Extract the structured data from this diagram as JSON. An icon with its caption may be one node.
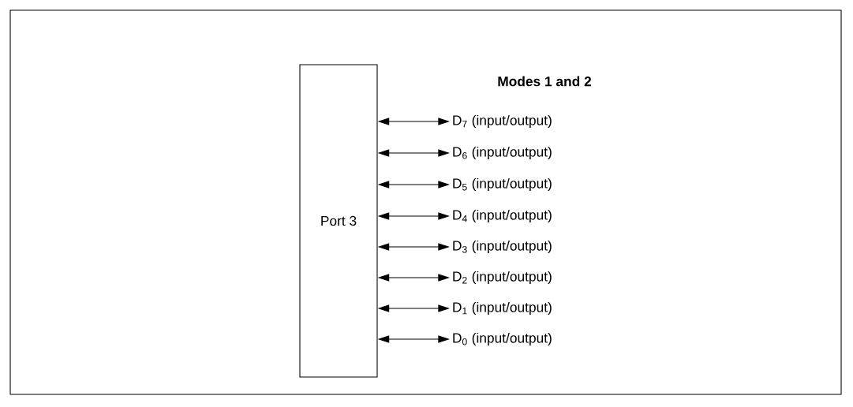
{
  "diagram": {
    "title": "Modes 1 and 2",
    "nodes": [
      {
        "text": [
          "Port 3"
        ]
      },
      {
        "text": [
          "D$_{7}$ (input/output)"
        ]
      },
      {
        "text": [
          "D$_{6}$ (input/output)"
        ]
      },
      {
        "text": [
          "D$_{5}$ (input/output)"
        ]
      },
      {
        "text": [
          "D$_{4}$ (input/output)"
        ]
      },
      {
        "text": [
          "D$_{3}$ (input/output)"
        ]
      },
      {
        "text": [
          "D$_{2}$ (input/output)"
        ]
      },
      {
        "text": [
          "D$_{1}$ (input/output)"
        ]
      },
      {
        "text": [
          "D$_{0}$ (input/output)"
        ]
      }
    ],
    "edges": [
      {
        "from": 0,
        "to": 1,
        "arrow": "both"
      },
      {
        "from": 0,
        "to": 2,
        "arrow": "both"
      },
      {
        "from": 0,
        "to": 3,
        "arrow": "both"
      },
      {
        "from": 0,
        "to": 4,
        "arrow": "both"
      },
      {
        "from": 0,
        "to": 5,
        "arrow": "both"
      },
      {
        "from": 0,
        "to": 6,
        "arrow": "both"
      },
      {
        "from": 0,
        "to": 7,
        "arrow": "both"
      },
      {
        "from": 0,
        "to": 8,
        "arrow": "both"
      }
    ]
  }
}
